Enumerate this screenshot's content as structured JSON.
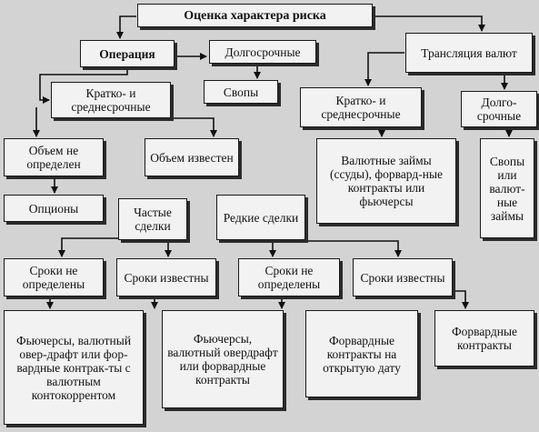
{
  "diagram": {
    "root": "Оценка характера риска",
    "operation": "Операция",
    "long_term": "Долгосрочные",
    "currency_translation": "Трансляция валют",
    "swaps": "Свопы",
    "short_medium_left": "Кратко- и среднесрочные",
    "short_medium_right": "Кратко- и среднесрочные",
    "long_term_right": "Долго-срочные",
    "volume_undefined": "Объем не определен",
    "volume_known": "Объем известен",
    "currency_loans": "Валютные займы (ссуды), форвард-ные контракты или фьючерсы",
    "swaps_or_loans": "Свопы или валют-ные займы",
    "options": "Опционы",
    "frequent_deals": "Частые сделки",
    "rare_deals": "Редкие сделки",
    "terms_undefined_1": "Сроки не определены",
    "terms_known_1": "Сроки известны",
    "terms_undefined_2": "Сроки не определены",
    "terms_known_2": "Сроки известны",
    "futures_overdraft_contocorrent": "Фьючерсы, валютный овер-драфт или фор-вардные контрак-ты с валютным контокоррентом",
    "futures_overdraft_forward": "Фьючерсы, валютный овердрафт или форвардные контракты",
    "forward_open_date": "Форвардные контракты на открытую дату",
    "forward_contracts": "Форвардные контракты"
  }
}
